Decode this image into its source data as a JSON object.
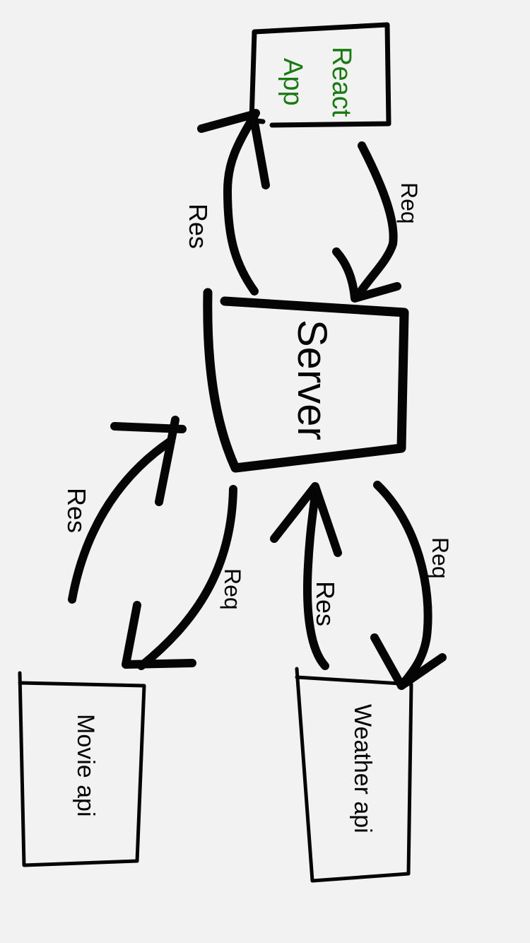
{
  "nodes": {
    "react_app": {
      "line1": "React",
      "line2": "App",
      "color": "#1a7a12"
    },
    "server": {
      "label": "Server"
    },
    "movie_api": {
      "label": "Movie api"
    },
    "weather_api": {
      "label": "Weather api"
    }
  },
  "edges": {
    "server_to_react": {
      "label": "Res"
    },
    "react_to_server": {
      "label": "Req"
    },
    "movie_to_server": {
      "label": "Res"
    },
    "server_to_movie": {
      "label": "Req"
    },
    "weather_to_server": {
      "label": "Res"
    },
    "server_to_weather": {
      "label": "Req"
    }
  },
  "colors": {
    "ink": "#050505",
    "background": "#f2f2f2"
  }
}
